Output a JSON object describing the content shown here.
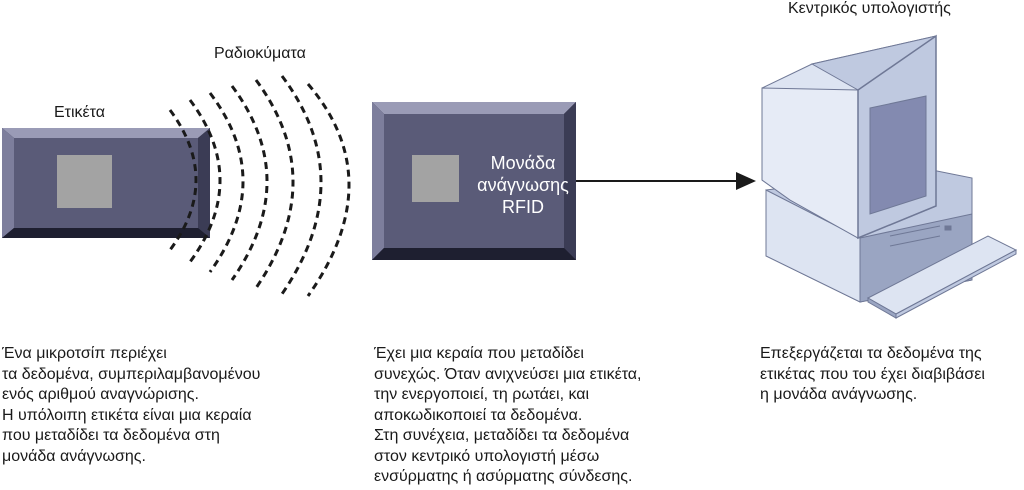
{
  "labels": {
    "tag": "Ετικέτα",
    "radio_waves": "Ραδιοκύματα",
    "host_computer": "Κεντρικός υπολογιστής"
  },
  "reader": {
    "line1": "Μονάδα",
    "line2": "ανάγνωσης",
    "line3": "RFID"
  },
  "descriptions": {
    "tag": [
      "Ένα μικροτσίπ περιέχει",
      "τα δεδομένα, συμπεριλαμβανομένου",
      "ενός αριθμού αναγνώρισης.",
      "Η υπόλοιπη ετικέτα είναι μια κεραία",
      "που μεταδίδει τα δεδομένα στη",
      "μονάδα ανάγνωσης."
    ],
    "reader": [
      "Έχει μια κεραία που μεταδίδει",
      "συνεχώς. Όταν ανιχνεύσει μια ετικέτα,",
      "την ενεργοποιεί, τη ρωτάει, και",
      "αποκωδικοποιεί τα δεδομένα.",
      "Στη συνέχεια, μεταδίδει τα δεδομένα",
      "στον κεντρικό υπολογιστή μέσω",
      "ενσύρματης ή ασύρματης σύνδεσης."
    ],
    "computer": [
      "Επεξεργάζεται τα δεδομένα της",
      "ετικέτας που του έχει διαβιβάσει",
      "η μονάδα ανάγνωσης."
    ]
  },
  "colors": {
    "box_face": "#5a5b78",
    "box_bevel_light": "#9a9bb6",
    "box_bevel_dark": "#26273a",
    "chip": "#a3a3a3",
    "computer_light": "#dde4f2",
    "computer_mid": "#bfc9e0",
    "computer_shade": "#9aa5c2",
    "screen": "#838ab0",
    "text": "#1a1a1a"
  }
}
